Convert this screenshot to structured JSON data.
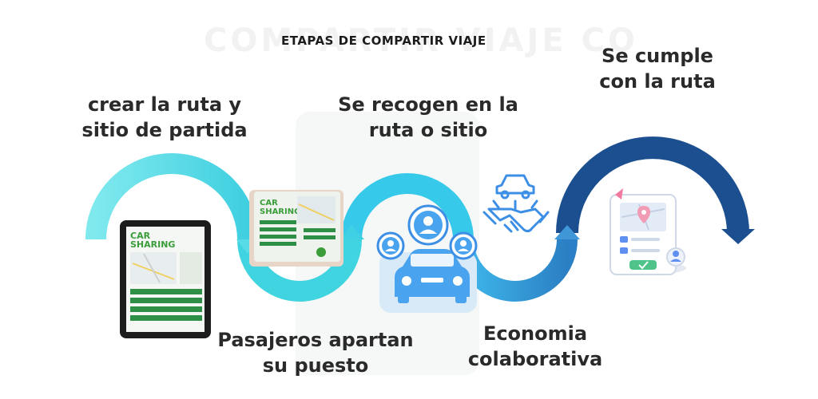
{
  "watermark": "COMPARTIR VIAJE CO",
  "title": "ETAPAS DE  COMPARTIR VIAJE",
  "steps": [
    {
      "line1": "crear la ruta y",
      "line2": "sitio de partida"
    },
    {
      "line1": "Pasajeros apartan",
      "line2": "su puesto"
    },
    {
      "line1": "Se recogen en la",
      "line2": "ruta o sitio"
    },
    {
      "line1": "Economia",
      "line2": "colaborativa"
    },
    {
      "line1": "Se cumple",
      "line2": "con la ruta"
    }
  ],
  "device_screens": {
    "brand_line1": "CAR",
    "brand_line2": "SHARING"
  },
  "colors": {
    "light_teal": "#6fe0e6",
    "teal": "#3fcfe0",
    "light_blue": "#4fb6ee",
    "mid_blue": "#2b7fc4",
    "dark_blue": "#1c4f8f",
    "icon_blue": "#3d8fe6",
    "text": "#2a2a2a"
  }
}
